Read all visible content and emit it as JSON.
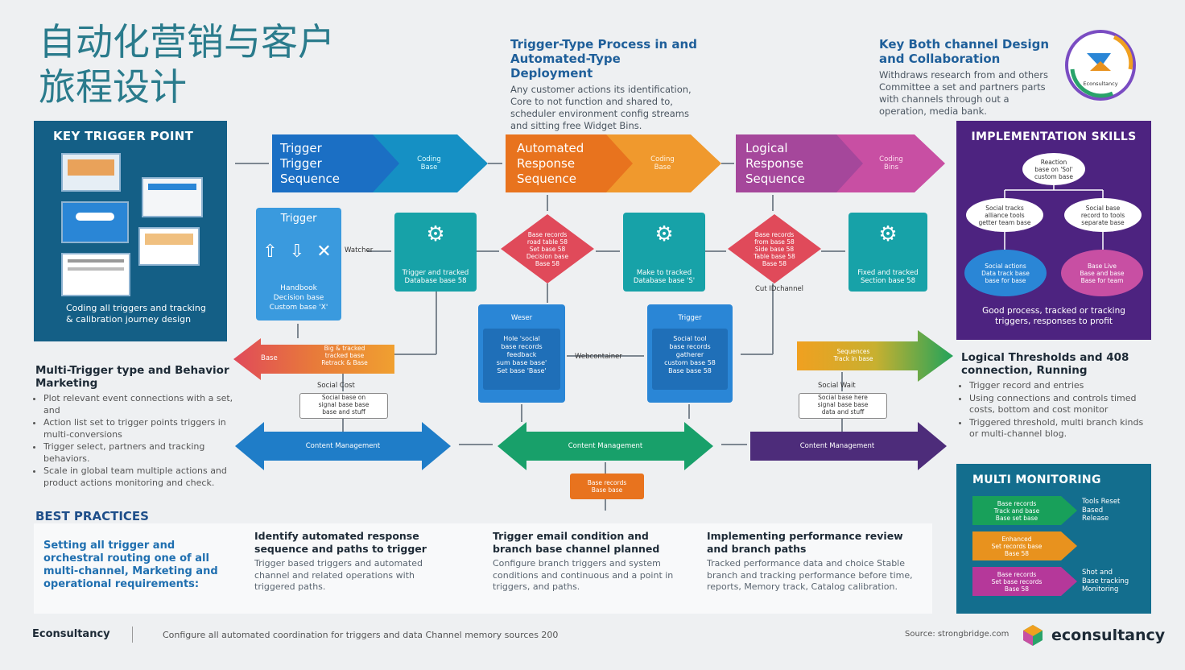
{
  "title": "自动化营销与客户\n旅程设计",
  "header_center": {
    "heading": "Trigger-Type Process in and Automated-Type Deployment",
    "body": "Any customer actions its identification, Core to not function and shared to, scheduler environment config streams and sitting free Widget Bins."
  },
  "header_right": {
    "heading": "Key Both channel Design and Collaboration",
    "body": "Withdraws research from and others Committee a set and partners parts with channels through out a operation, media bank.",
    "badge": "Econsultancy"
  },
  "key_trigger": {
    "title": "KEY TRIGGER POINT",
    "caption": "Coding all triggers and tracking & calibration journey design"
  },
  "top_arrows": [
    {
      "main": "Trigger\nTrigger\nSequence",
      "tail": "Coding\nBase",
      "color": "#1b6fc4",
      "tail_color": "#1590c4"
    },
    {
      "main": "Automated\nResponse\nSequence",
      "tail": "Coding\nBase",
      "color": "#e8731e",
      "tail_color": "#f0992d"
    },
    {
      "main": "Logical\nResponse\nSequence",
      "tail": "Coding\nBins",
      "color": "#a5479b",
      "tail_color": "#c84fa3"
    }
  ],
  "trigger_box": {
    "title": "Trigger",
    "icons": "⇧ ⇩ ✕",
    "caption": "Handbook\nDecision base\nCustom base 'X'"
  },
  "watcher_label": "Watcher",
  "teal_boxes": [
    {
      "icon": "⚙",
      "caption": "Trigger and tracked\nDatabase base 58"
    },
    {
      "icon": "⚙",
      "caption": "Make to tracked\nDatabase base 'S'"
    },
    {
      "icon": "⚙",
      "caption": "Fixed and tracked\nSection base 58"
    }
  ],
  "diamonds": [
    {
      "text": "Base records\nroad table 58\nSet base 58\nDecision base\nBase 58"
    },
    {
      "text": "Base records\nfrom base 58\nSide base 58\nTable base 58\nBase 58"
    }
  ],
  "cut_label": "Cut IDchannel",
  "blue_boxes": [
    {
      "title": "Weser",
      "text": "Hole 'social\nbase records\nfeedback\nsum base base'\nSet base 'Base'"
    },
    {
      "title": "Trigger",
      "text": "Social tool\nbase records\ngatherer\ncustom base 58\nBase base 58"
    }
  ],
  "webcontainer_label": "Webcontainer",
  "mid_arrows": [
    {
      "text": "Base",
      "sub": "Big & tracked\ntracked base\nRetrack & Base"
    },
    {
      "text": "",
      "sub": "Sequences\nTrack in base"
    }
  ],
  "notes": [
    {
      "label": "Social Cost",
      "text": "Social base on\nsignal base base\nbase and stuff"
    },
    {
      "label": "Social Wait",
      "text": "Social base here\nsignal base base\ndata and stuff"
    }
  ],
  "wide_arrows": [
    {
      "text": "Content Management",
      "color": "#1f7dc8"
    },
    {
      "text": "Content Management",
      "color": "#18a06a"
    },
    {
      "text": "Content Management",
      "color": "#4d2c7a"
    }
  ],
  "small_orange": "Base records\nBase base",
  "impl": {
    "title": "IMPLEMENTATION SKILLS",
    "top": "Reaction\nbase on 'Sol'\ncustom base",
    "left": "Social tracks\nalliance tools\ngetter team base",
    "right": "Social base\nrecord to tools\nseparate base",
    "blue": "Social actions\nData track base\nbase for base",
    "pink": "Base Live\nBase and base\nBase for team",
    "caption": "Good process, tracked or tracking triggers, responses to profit"
  },
  "logical": {
    "title": "Logical Thresholds and 408 connection, Running",
    "items": [
      "Trigger record and entries",
      "Using connections and controls timed costs, bottom and cost monitor",
      "Triggered threshold, multi branch kinds or multi-channel blog."
    ]
  },
  "multi_trigger": {
    "title": "Multi-Trigger type and Behavior Marketing",
    "items": [
      "Plot relevant event connections with a set, and",
      "Action list set to trigger points triggers in multi-conversions",
      "Trigger select, partners and tracking behaviors.",
      "Scale in global team multiple actions and product actions monitoring and check."
    ]
  },
  "monitoring": {
    "title": "MULTI MONITORING",
    "rows": [
      {
        "text": "Base records\nTrack and base\nBase set base",
        "label": "Tools Reset\nBased\nRelease",
        "color": "#18a05a"
      },
      {
        "text": "Enhanced\nSet records base\nBase 58",
        "label": "",
        "color": "#e8921e"
      },
      {
        "text": "Base records\nSet base records\nBase 58",
        "label": "Shot and\nBase tracking\nMonitoring",
        "color": "#b5389a"
      }
    ]
  },
  "best_practices": {
    "heading": "BEST PRACTICES",
    "lead": "Setting all trigger and orchestral routing one of all multi-channel, Marketing and operational requirements:",
    "cols": [
      {
        "title": "Identify automated response sequence and paths to trigger",
        "body": "Trigger based triggers and automated channel and related operations with triggered paths."
      },
      {
        "title": "Trigger email condition and branch base channel planned",
        "body": "Configure branch triggers and system conditions and continuous and a point in triggers, and paths."
      },
      {
        "title": "Implementing performance review and branch paths",
        "body": "Tracked performance data and choice  Stable branch and tracking performance before time, reports, Memory track, Catalog calibration."
      }
    ]
  },
  "footer": {
    "brand_left": "Econsultancy",
    "caption": "Configure all automated coordination for triggers and data Channel memory sources 200",
    "source": "Source: strongbridge.com",
    "brand_right": "econsultancy"
  },
  "colors": {
    "title": "#2a7b8c",
    "teal": "#17a2a8",
    "blue": "#2a86d6",
    "orange": "#e8731e",
    "purple": "#4d2380",
    "red": "#e04a5a"
  }
}
